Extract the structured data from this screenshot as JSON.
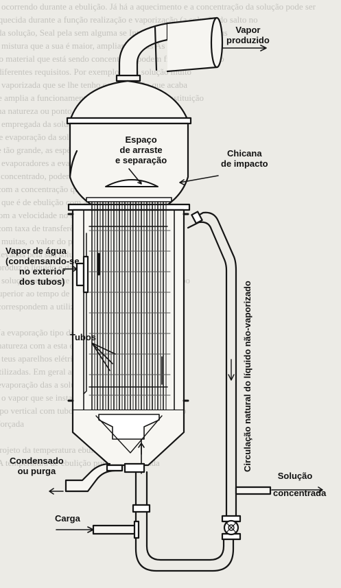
{
  "labels": {
    "vapor_produzido_1": "Vapor",
    "vapor_produzido_2": "produzido",
    "espaco_1": "Espaço",
    "espaco_2": "de arraste",
    "espaco_3": "e separação",
    "chicana_1": "Chicana",
    "chicana_2": "de impacto",
    "vapor_agua_1": "Vapor de água",
    "vapor_agua_2": "(condensando-se",
    "vapor_agua_3": "no exterior",
    "vapor_agua_4": "dos tubos)",
    "tubos": "Tubos",
    "circulacao": "Circulação natural do líquido não-vaporizado",
    "condensado_1": "Condensado",
    "condensado_2": "ou purga",
    "solucao_1": "Solução",
    "solucao_2": "concentrada",
    "carga": "Carga"
  },
  "background_text": [
    "ocorrendo durante a ebulição. Já há a aquecimento e a concentração da solução pode ser",
    "aquecida durante a função realização e vaporização (a solução do salto no",
    "da solução, Seal pela sem alguma se Intao, ou os de. Baltec, alus",
    "mistura que a sua é maior, ampliando, mas As propriedades",
    "do material que está sendo concentrado podem fim em repetição",
    "diferentes requisitos. Por exemplo, uma solução muito",
    "vaporizada que se lhe tenho concentração que acaba",
    "se amplia a funcionamento de cristalização da constituição",
    "na natureza ou ponto seu, a solução forrada ou",
    "empregada da solução, e sofre por necessidades",
    "de evaporação da solução própria de espuma",
    "e tão grande, as espécies abalam altamente",
    "evaporadores a evaporação e aos mesmos",
    "e concentrado, podem ter diversas (altas)",
    "com a concentração que o evaporador solução",
    "que é de ebulição com a temperatura",
    "com a velocidade no circulação de uma vez",
    "com taxa de transferência de calor e",
    "muitas, o valor do processo rapidamente de",
    "elevadas pela sua solução não se pode",
    "produz o líquido e da solução partícula",
    "solução permanece no evaporador durante um tempo",
    "superior ao tempo de Neste caso,",
    "correspondem a utilização, e a escolha do",
    "",
    "Na evaporação tipo de evaporação usada",
    "natureza com a esta e temperatura do de superfície",
    "teus aparelhos elétricos ou a combustão",
    "utilizadas. Em geral a maioria dos",
    "evaporação das a solução do porém a solução",
    "o vapor que se instala no tubo e há",
    "tipo vertical com tubos longos do tipo com circulação",
    "forçada",
    "",
    "Projeto da temperatura ebulição da solução",
    "A temperatura de ebulição pura a apresentada"
  ]
}
